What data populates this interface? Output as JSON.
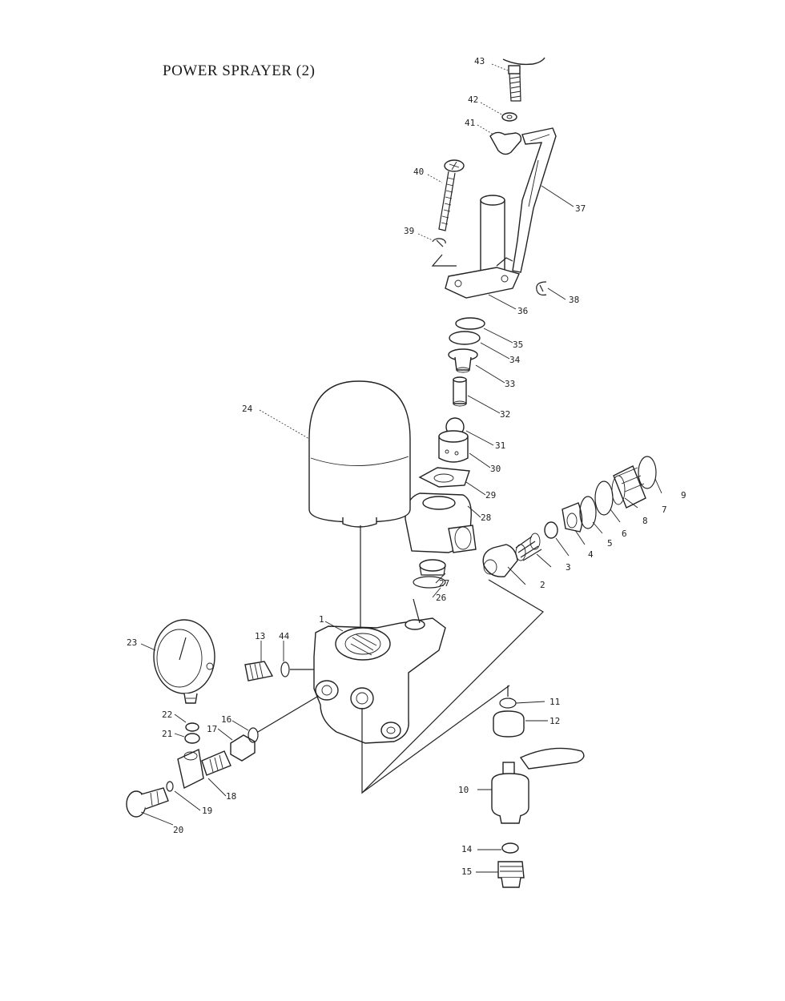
{
  "title": "POWER SPRAYER (2)",
  "callouts": {
    "p1": "1",
    "p2": "2",
    "p3": "3",
    "p4": "4",
    "p5": "5",
    "p6": "6",
    "p7": "7",
    "p8": "8",
    "p9": "9",
    "p10": "10",
    "p11": "11",
    "p12": "12",
    "p13": "13",
    "p14": "14",
    "p15": "15",
    "p16": "16",
    "p17": "17",
    "p18": "18",
    "p19": "19",
    "p20": "20",
    "p21": "21",
    "p22": "22",
    "p23": "23",
    "p24": "24",
    "p26": "26",
    "p27": "27",
    "p28": "28",
    "p29": "29",
    "p30": "30",
    "p31": "31",
    "p32": "32",
    "p33": "33",
    "p34": "34",
    "p35": "35",
    "p36": "36",
    "p37": "37",
    "p38": "38",
    "p39": "39",
    "p40": "40",
    "p41": "41",
    "p42": "42",
    "p43": "43",
    "p44": "44"
  }
}
